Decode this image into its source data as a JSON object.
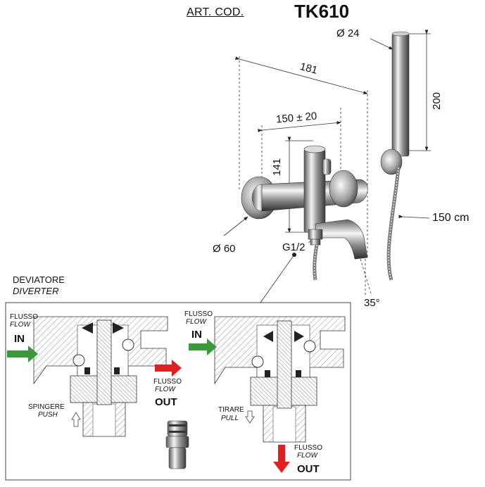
{
  "header": {
    "art_label": "ART. COD.",
    "code": "TK610"
  },
  "dimensions": {
    "total_width": "181",
    "spacing": "150 ± 20",
    "height": "141",
    "handle_diameter": "Ø 24",
    "shower_length": "200",
    "hose_length": "150 cm",
    "flange_diameter": "Ø 60",
    "thread": "G1/2",
    "angle": "35°"
  },
  "diverter": {
    "title": "DEVIATORE",
    "title_en": "DIVERTER",
    "left": {
      "flow_in": {
        "label": "FLUSSO",
        "label_en": "FLOW",
        "direction": "IN"
      },
      "flow_out": {
        "label": "FLUSSO",
        "label_en": "FLOW",
        "direction": "OUT"
      },
      "action": {
        "label": "SPINGERE",
        "label_en": "PUSH"
      }
    },
    "right": {
      "flow_in": {
        "label": "FLUSSO",
        "label_en": "FLOW",
        "direction": "IN"
      },
      "flow_out": {
        "label": "FLUSSO",
        "label_en": "FLOW",
        "direction": "OUT"
      },
      "action": {
        "label": "TIRARE",
        "label_en": "PULL"
      }
    }
  },
  "colors": {
    "in_arrow": "#3a9a3a",
    "out_arrow": "#e02020",
    "chrome_dark": "#6a6a6a",
    "chrome_light": "#f2f2f2"
  }
}
